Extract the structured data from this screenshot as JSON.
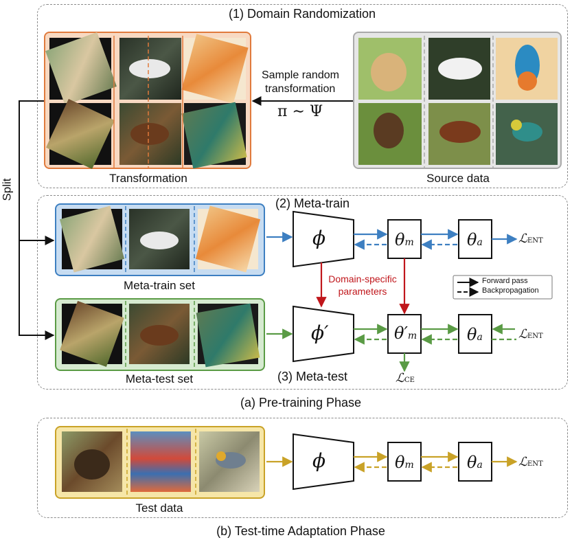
{
  "sections": {
    "domain_randomization": "(1) Domain Randomization",
    "meta_train": "(2) Meta-train",
    "meta_test": "(3) Meta-test",
    "pretraining_phase": "(a) Pre-training Phase",
    "tta_phase": "(b) Test-time Adaptation Phase"
  },
  "groups": {
    "transformation": "Transformation",
    "source_data": "Source data",
    "meta_train_set": "Meta-train set",
    "meta_test_set": "Meta-test set",
    "test_data": "Test data"
  },
  "annotations": {
    "sample_line1": "Sample random",
    "sample_line2": "transformation",
    "pi_formula": "π ∼ Ψ",
    "split": "Split",
    "domain_specific_line1": "Domain-specific",
    "domain_specific_line2": "parameters"
  },
  "modules": {
    "phi": "ϕ",
    "phi_prime": "ϕ′",
    "theta_m": "θ",
    "theta_m_sub": "m",
    "theta_m_prime": "θ′",
    "theta_a": "θ",
    "theta_a_sub": "a"
  },
  "losses": {
    "ent": "ENT",
    "ce": "CE",
    "script_l": "ℒ"
  },
  "legend": {
    "forward": "Forward pass",
    "backprop": "Backpropagation"
  },
  "colors": {
    "orange_border": "#e07a3c",
    "orange_fill": "#f8d9c2",
    "gray_border": "#a9a9a9",
    "gray_fill": "#e6e6e6",
    "blue_border": "#3d7fc1",
    "blue_fill": "#c7dcf1",
    "green_border": "#5a9b45",
    "green_fill": "#d6ead0",
    "gold_border": "#c9a227",
    "gold_fill": "#f6e6a8",
    "red_arrow": "#c0161b"
  },
  "icons": {
    "images": [
      "dog-photo-icon",
      "horse-photo-icon",
      "bird-photo-icon"
    ]
  }
}
